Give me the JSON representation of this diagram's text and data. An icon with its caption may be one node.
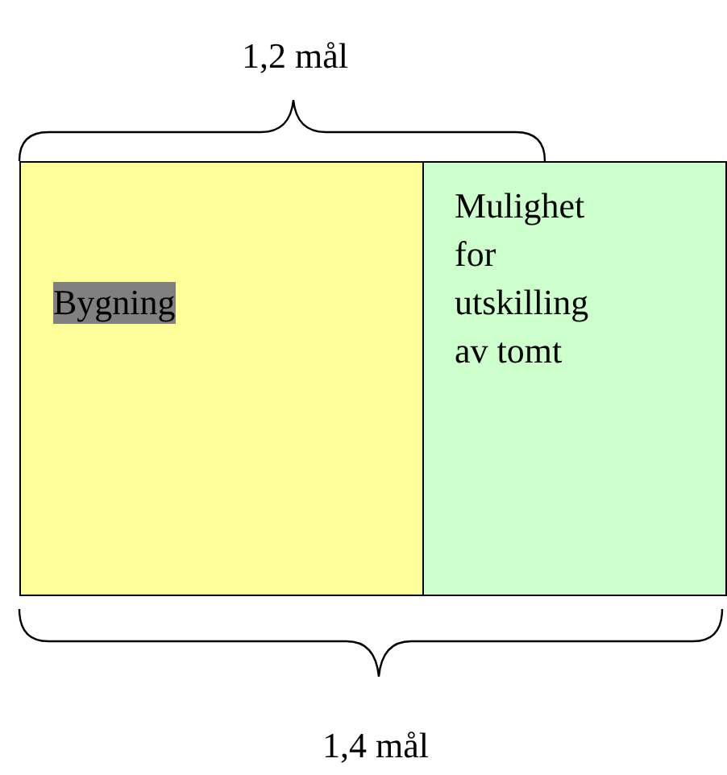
{
  "diagram": {
    "nodes": [
      {
        "text": [
          "Bygning"
        ]
      },
      {
        "text": [
          "Mulighet for utskilling av tomt"
        ]
      }
    ],
    "labels": [
      "1,2 mål",
      "1,4 mål"
    ]
  }
}
